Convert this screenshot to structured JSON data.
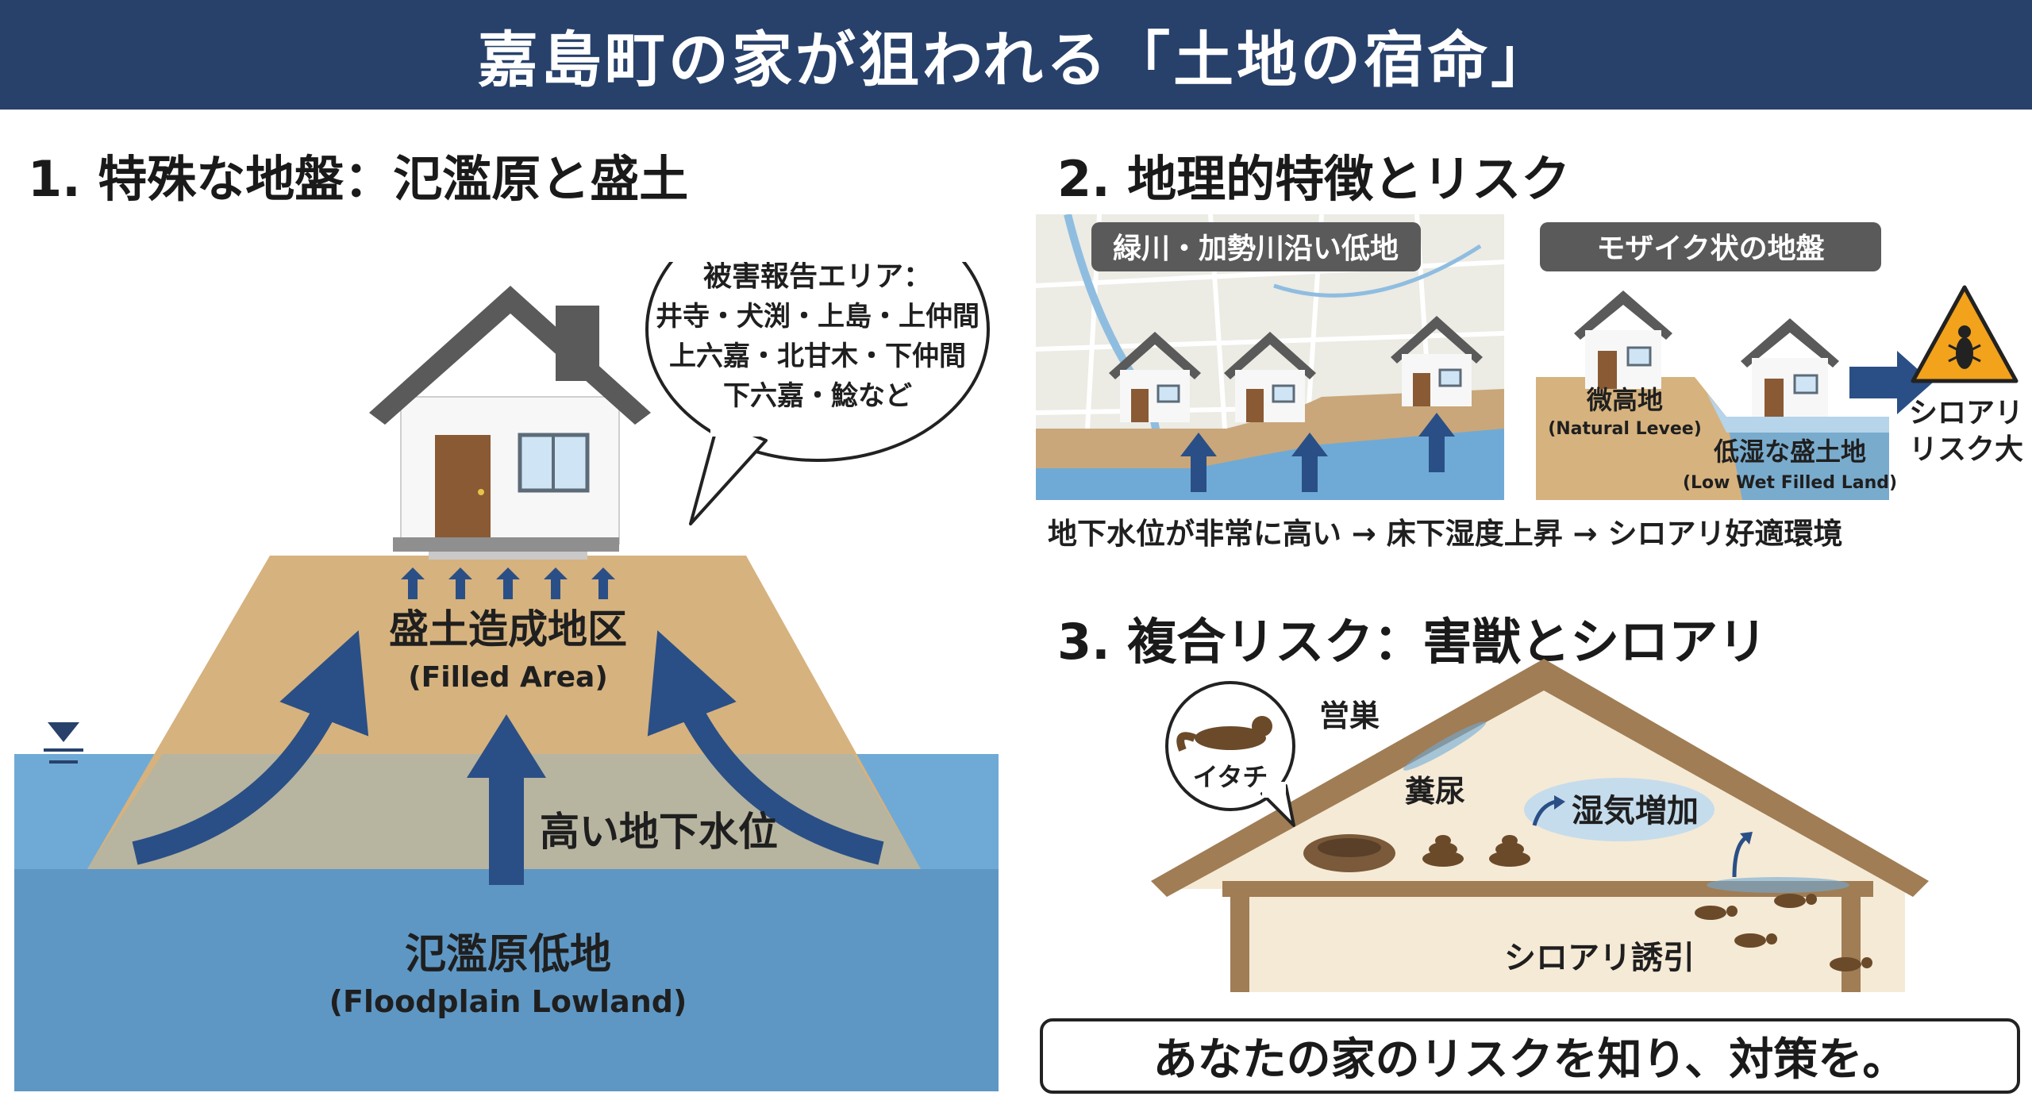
{
  "title": "嘉島町の家が狙われる「土地の宿命」",
  "section1": {
    "heading": "1. 特殊な地盤：氾濫原と盛土",
    "damage_area": {
      "title": "被害報告エリア：",
      "line1": "井寺・犬渕・上島・上仲間",
      "line2": "上六嘉・北甘木・下仲間",
      "line3": "下六嘉・鯰など"
    },
    "filled_area_ja": "盛土造成地区",
    "filled_area_en": "(Filled Area)",
    "groundwater_label": "高い地下水位",
    "floodplain_ja": "氾濫原低地",
    "floodplain_en": "(Floodplain Lowland)"
  },
  "section2": {
    "heading": "2. 地理的特徴とリスク",
    "map_badge": "緑川・加勢川沿い低地",
    "mosaic_badge": "モザイク状の地盤",
    "high_ground_ja": "微高地",
    "high_ground_en": "(Natural Levee)",
    "wet_land_ja": "低湿な盛土地",
    "wet_land_en": "(Low Wet Filled Land)",
    "termite_risk_line1": "シロアリ",
    "termite_risk_line2": "リスク大",
    "chain": "地下水位が非常に高い → 床下湿度上昇 → シロアリ好適環境"
  },
  "section3": {
    "heading": "3. 複合リスク：害獣とシロアリ",
    "weasel_label": "イタチ",
    "nesting_label": "営巣",
    "droppings_label": "糞尿",
    "humidity_label": "湿気増加",
    "termite_lure_label": "シロアリ誘引"
  },
  "cta": "あなたの家のリスクを知り、対策を。",
  "colors": {
    "header_bg": "#27416b",
    "water": "#6faad6",
    "deep_water": "#5e97c4",
    "soil": "#d6b27e",
    "arrow": "#2a4f86",
    "house_roof": "#5a5a5a",
    "attic_wood": "#a07d55",
    "warning": "#f2a21b"
  },
  "icons": [
    "water-level-icon",
    "house-icon",
    "warning-termite-icon",
    "weasel-icon",
    "termite-icon",
    "nest-icon",
    "droppings-icon"
  ]
}
